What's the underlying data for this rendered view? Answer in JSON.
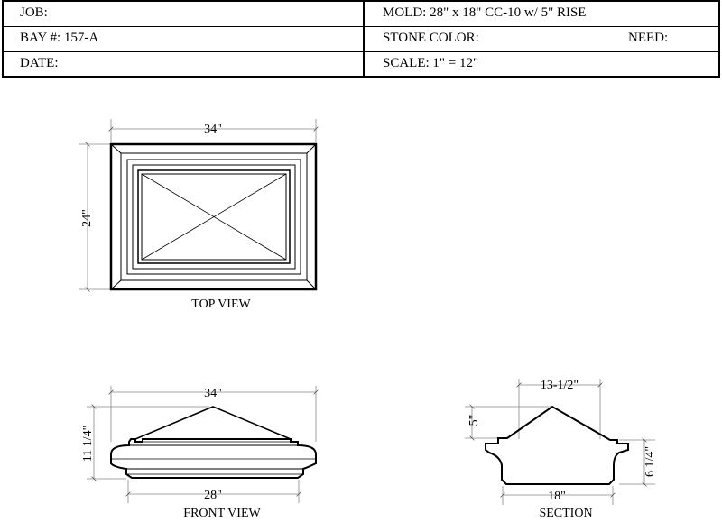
{
  "title_block": {
    "job": "JOB:",
    "mold": "MOLD: 28\" x 18\" CC-10 w/ 5\" RISE",
    "bay": "BAY #: 157-A",
    "stone_color": "STONE COLOR:",
    "need": "NEED:",
    "date": "DATE:",
    "scale": "SCALE:  1\" = 12\""
  },
  "top_view": {
    "label": "TOP VIEW",
    "width_dim": "34\"",
    "height_dim": "24\""
  },
  "front_view": {
    "label": "FRONT VIEW",
    "top_width_dim": "34\"",
    "base_width_dim": "28\"",
    "height_dim": "11 1/4\""
  },
  "section": {
    "label": "SECTION",
    "top_dim": "13-1/2\"",
    "rise_dim": "5\"",
    "base_width_dim": "18\"",
    "height_dim": "6 1/4\""
  },
  "colors": {
    "line": "#000000",
    "dim_line": "#888888",
    "background": "#ffffff"
  }
}
